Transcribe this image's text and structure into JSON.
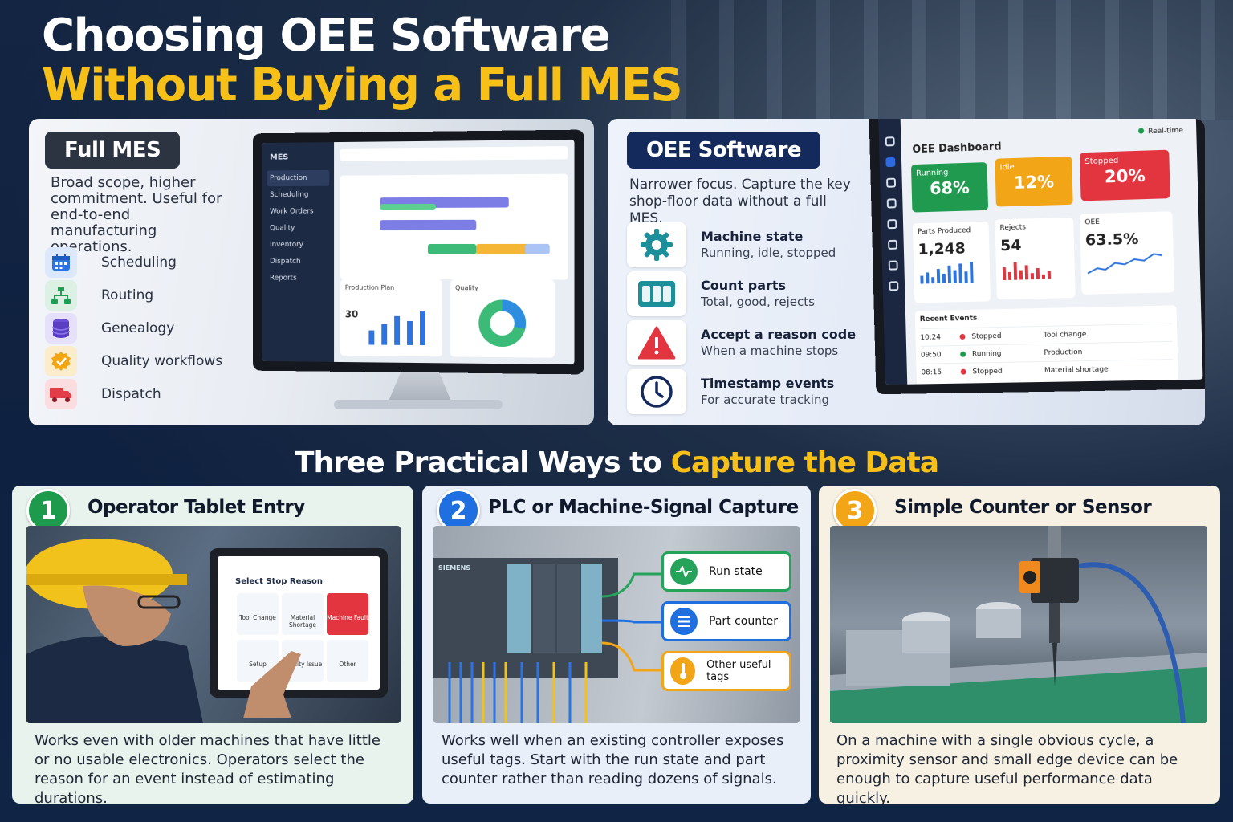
{
  "title": {
    "line1": "Choosing OEE Software",
    "line2": "Without Buying a Full MES"
  },
  "mes": {
    "label": "Full MES",
    "description": "Broad scope, higher commitment. Useful for end-to-end manufacturing operations.",
    "items": [
      {
        "label": "Scheduling",
        "icon": "calendar-icon",
        "color": "#2d74e0"
      },
      {
        "label": "Routing",
        "icon": "flowchart-icon",
        "color": "#1f9d55"
      },
      {
        "label": "Genealogy",
        "icon": "database-icon",
        "color": "#6b4fd6"
      },
      {
        "label": "Quality workflows",
        "icon": "check-badge-icon",
        "color": "#f3a614"
      },
      {
        "label": "Dispatch",
        "icon": "truck-icon",
        "color": "#e33d4a"
      }
    ],
    "screen": {
      "brand": "MES",
      "menu": [
        "Production",
        "Scheduling",
        "Work Orders",
        "Quality",
        "Inventory",
        "Dispatch",
        "Reports"
      ],
      "production_plan": "Production Plan",
      "quality": "Quality",
      "figure": "30"
    }
  },
  "oee": {
    "label": "OEE Software",
    "description": "Narrower focus. Capture the key shop-floor data without a full MES.",
    "items": [
      {
        "title": "Machine state",
        "sub": "Running, idle, stopped",
        "icon": "gear-icon"
      },
      {
        "title": "Count parts",
        "sub": "Total, good, rejects",
        "icon": "counter-icon"
      },
      {
        "title": "Accept a reason code",
        "sub": "When a machine stops",
        "icon": "warning-icon"
      },
      {
        "title": "Timestamp events",
        "sub": "For accurate tracking",
        "icon": "clock-icon"
      }
    ],
    "dashboard": {
      "title": "OEE Dashboard",
      "realtime": "Real-time",
      "kpis": [
        {
          "label": "Running",
          "value": "68%",
          "color": "#1f9a4e"
        },
        {
          "label": "Idle",
          "value": "12%",
          "color": "#f2a516"
        },
        {
          "label": "Stopped",
          "value": "20%",
          "color": "#e2353f"
        }
      ],
      "stats": [
        {
          "label": "Parts Produced",
          "value": "1,248"
        },
        {
          "label": "Rejects",
          "value": "54"
        },
        {
          "label": "OEE",
          "value": "63.5%"
        }
      ],
      "events_title": "Recent Events",
      "events": [
        {
          "time": "10:24",
          "state": "Stopped",
          "reason": "Tool change",
          "color": "#e2353f"
        },
        {
          "time": "09:50",
          "state": "Running",
          "reason": "Production",
          "color": "#1f9a4e"
        },
        {
          "time": "08:15",
          "state": "Stopped",
          "reason": "Material shortage",
          "color": "#e2353f"
        }
      ]
    }
  },
  "section_title": {
    "prefix": "Three Practical Ways to ",
    "highlight": "Capture the Data"
  },
  "ways": [
    {
      "num": "1",
      "title": "Operator Tablet Entry",
      "color": "#1d9a4c",
      "body": "Works even with older machines that have little or no usable electronics. Operators select the reason for an event instead of estimating durations.",
      "tablet": {
        "heading": "Select Stop Reason",
        "buttons": [
          "Tool Change",
          "Material Shortage",
          "Machine Fault",
          "Setup",
          "Quality Issue",
          "Other"
        ]
      }
    },
    {
      "num": "2",
      "title": "PLC or Machine-Signal Capture",
      "color": "#1f6fe0",
      "body": "Works well when an existing controller exposes useful tags. Start with the run state and part counter rather than reading dozens of signals.",
      "plc_brand": "SIEMENS",
      "tags": [
        {
          "label": "Run state",
          "color": "#25a35a",
          "icon": "pulse-icon"
        },
        {
          "label": "Part counter",
          "color": "#1f6fe0",
          "icon": "list-icon"
        },
        {
          "label": "Other useful tags",
          "color": "#f2a516",
          "icon": "thermometer-icon"
        }
      ]
    },
    {
      "num": "3",
      "title": "Simple Counter or Sensor",
      "color": "#f2a516",
      "body": "On a machine with a single obvious cycle, a proximity sensor and small edge device can be enough to capture useful performance data quickly."
    }
  ]
}
